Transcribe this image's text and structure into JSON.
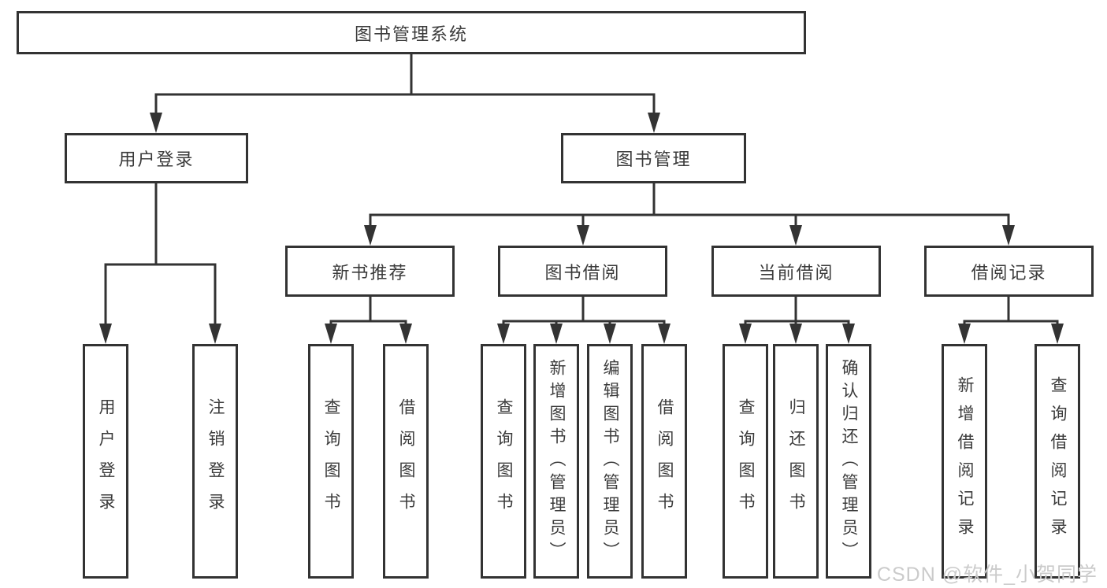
{
  "diagram": {
    "root": {
      "label": "图书管理系统"
    },
    "branches": [
      {
        "label": "用户登录",
        "children": [
          {
            "label": "用户登录"
          },
          {
            "label": "注销登录"
          }
        ]
      },
      {
        "label": "图书管理",
        "children": [
          {
            "label": "新书推荐",
            "children": [
              {
                "label": "查询图书"
              },
              {
                "label": "借阅图书"
              }
            ]
          },
          {
            "label": "图书借阅",
            "children": [
              {
                "label": "查询图书"
              },
              {
                "label": "新增图书（管理员）"
              },
              {
                "label": "编辑图书（管理员）"
              },
              {
                "label": "借阅图书"
              }
            ]
          },
          {
            "label": "当前借阅",
            "children": [
              {
                "label": "查询图书"
              },
              {
                "label": "归还图书"
              },
              {
                "label": "确认归还（管理员）"
              }
            ]
          },
          {
            "label": "借阅记录",
            "children": [
              {
                "label": "新增借阅记录"
              },
              {
                "label": "查询借阅记录"
              }
            ]
          }
        ]
      }
    ]
  },
  "watermark": {
    "text": "CSDN @软件_小贺同学"
  },
  "colors": {
    "line": "#333333",
    "text": "#3b3b3b",
    "background": "#ffffff",
    "watermark": "#cbcbcb"
  }
}
